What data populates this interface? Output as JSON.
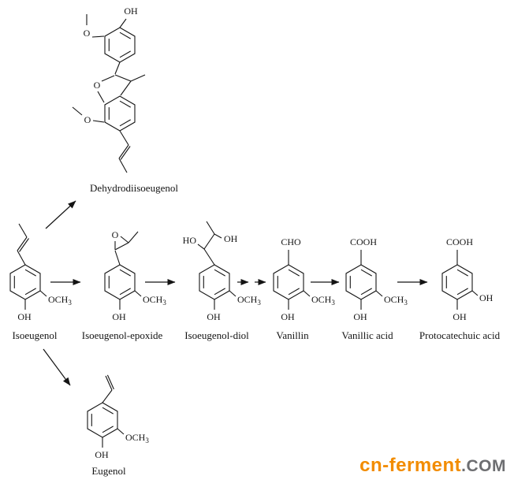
{
  "compounds": {
    "dehydrodiisoeugenol": {
      "label": "Dehydrodiisoeugenol"
    },
    "isoeugenol": {
      "label": "Isoeugenol"
    },
    "isoeugenol_epoxide": {
      "label": "Isoeugenol-epoxide"
    },
    "isoeugenol_diol": {
      "label": "Isoeugenol-diol"
    },
    "vanillin": {
      "label": "Vanillin"
    },
    "vanillic_acid": {
      "label": "Vanillic acid"
    },
    "protocatechuic_acid": {
      "label": "Protocatechuic acid"
    },
    "eugenol": {
      "label": "Eugenol"
    }
  },
  "groups": {
    "oh": "OH",
    "ho": "HO",
    "o": "O",
    "och": "OCH",
    "sub3": "3",
    "cho": "CHO",
    "cooh": "COOH"
  },
  "pathway": {
    "main_sequence": [
      "Isoeugenol",
      "Isoeugenol-epoxide",
      "Isoeugenol-diol",
      "Vanillin",
      "Vanillic acid",
      "Protocatechuic acid"
    ],
    "branches": [
      {
        "from": "Isoeugenol",
        "to": "Dehydrodiisoeugenol"
      },
      {
        "from": "Isoeugenol",
        "to": "Eugenol"
      }
    ],
    "double_arrow_between": [
      "Isoeugenol-diol",
      "Vanillin"
    ]
  },
  "watermark": {
    "brand": "cn-ferment",
    "suffix": ".COM",
    "brand_color": "#f28c00",
    "suffix_color": "#6d6e71"
  },
  "colors": {
    "line": "#141414",
    "background": "#ffffff"
  }
}
